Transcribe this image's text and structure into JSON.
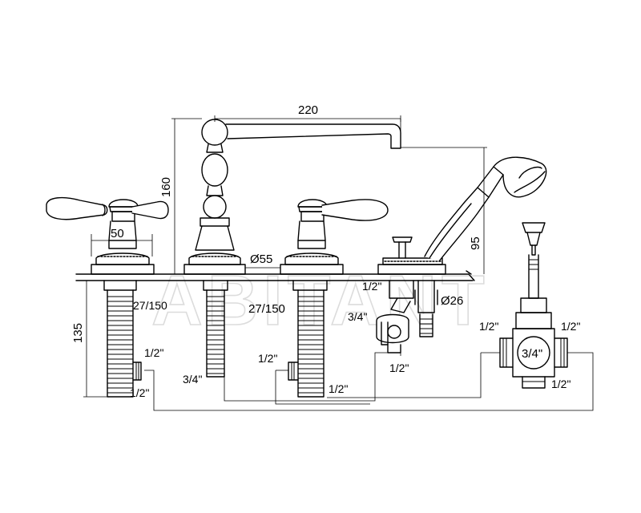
{
  "watermark": "ABITANT",
  "colors": {
    "line": "#000000",
    "watermark": "#d8d8d8",
    "background": "#ffffff"
  },
  "dimensions": {
    "spout_reach": "220",
    "spout_height": "160",
    "shower_height": "95",
    "handle_width": "50",
    "base_diameter": "Ø55",
    "hose_diameter": "Ø26",
    "under_deck": "135",
    "shank_left": "27/150",
    "shank_mid": "27/150"
  },
  "connections": {
    "left_side": "1/2\"",
    "left_bottom": "1/2\"",
    "spout_bottom": "3/4\"",
    "mid_side": "1/2\"",
    "mid_bottom": "1/2\"",
    "diverter_top": "1/2\"",
    "diverter_side": "3/4\"",
    "diverter_bottom": "1/2\"",
    "valve_left": "1/2\"",
    "valve_right": "1/2\"",
    "valve_center": "3/4\"",
    "valve_bottom": "1/2\""
  }
}
